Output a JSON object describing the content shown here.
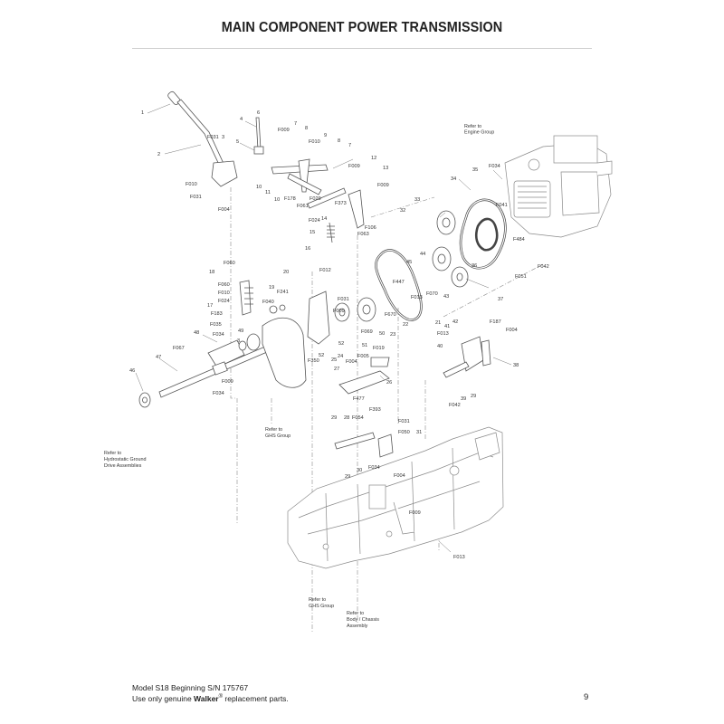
{
  "page": {
    "title": "MAIN COMPONENT POWER TRANSMISSION",
    "page_number": "9"
  },
  "footer": {
    "model_line": "Model S18 Beginning S/N 175767",
    "notice_prefix": "Use only genuine ",
    "brand": "Walker",
    "registered": "®",
    "notice_suffix": " replacement parts."
  },
  "references": {
    "engine": [
      "Refer to",
      "Engine Group"
    ],
    "hydrostatic": [
      "Refer to",
      "Hydrostatic Ground",
      "Drive Assemblies"
    ],
    "ghs_left": [
      "Refer to",
      "GHS Group"
    ],
    "ghs_bottom": [
      "Refer to",
      "GHS Group"
    ],
    "body": [
      "Refer to",
      "Body / Chassis",
      "Assembly"
    ]
  },
  "callouts": [
    {
      "label": "1"
    },
    {
      "label": "2"
    },
    {
      "label": "F031"
    },
    {
      "label": "3"
    },
    {
      "label": "F010"
    },
    {
      "label": "F031"
    },
    {
      "label": "F004"
    },
    {
      "label": "4"
    },
    {
      "label": "6"
    },
    {
      "label": "5"
    },
    {
      "label": "F009"
    },
    {
      "label": "7"
    },
    {
      "label": "8"
    },
    {
      "label": "F010"
    },
    {
      "label": "9"
    },
    {
      "label": "8"
    },
    {
      "label": "7"
    },
    {
      "label": "10"
    },
    {
      "label": "11"
    },
    {
      "label": "10"
    },
    {
      "label": "F178"
    },
    {
      "label": "F061"
    },
    {
      "label": "F029"
    },
    {
      "label": "F373"
    },
    {
      "label": "F024"
    },
    {
      "label": "14"
    },
    {
      "label": "15"
    },
    {
      "label": "16"
    },
    {
      "label": "12"
    },
    {
      "label": "F009"
    },
    {
      "label": "13"
    },
    {
      "label": "F009"
    },
    {
      "label": "F106"
    },
    {
      "label": "F063"
    },
    {
      "label": "35"
    },
    {
      "label": "F034"
    },
    {
      "label": "34"
    },
    {
      "label": "F041"
    },
    {
      "label": "33"
    },
    {
      "label": "32"
    },
    {
      "label": "F484"
    },
    {
      "label": "F042"
    },
    {
      "label": "F051"
    },
    {
      "label": "36"
    },
    {
      "label": "37"
    },
    {
      "label": "44"
    },
    {
      "label": "45"
    },
    {
      "label": "F013"
    },
    {
      "label": "F070"
    },
    {
      "label": "43"
    },
    {
      "label": "F447"
    },
    {
      "label": "F670"
    },
    {
      "label": "22"
    },
    {
      "label": "21"
    },
    {
      "label": "23"
    },
    {
      "label": "50"
    },
    {
      "label": "F069"
    },
    {
      "label": "F009"
    },
    {
      "label": "F031"
    },
    {
      "label": "F012"
    },
    {
      "label": "F060"
    },
    {
      "label": "18"
    },
    {
      "label": "F060"
    },
    {
      "label": "F010"
    },
    {
      "label": "F024"
    },
    {
      "label": "17"
    },
    {
      "label": "F183"
    },
    {
      "label": "F035"
    },
    {
      "label": "19"
    },
    {
      "label": "F040"
    },
    {
      "label": "F241"
    },
    {
      "label": "20"
    },
    {
      "label": "49"
    },
    {
      "label": "48"
    },
    {
      "label": "F034"
    },
    {
      "label": "3"
    },
    {
      "label": "F067"
    },
    {
      "label": "47"
    },
    {
      "label": "46"
    },
    {
      "label": "F009"
    },
    {
      "label": "F034"
    },
    {
      "label": "F350"
    },
    {
      "label": "52"
    },
    {
      "label": "52"
    },
    {
      "label": "24"
    },
    {
      "label": "51"
    },
    {
      "label": "F019"
    },
    {
      "label": "F005"
    },
    {
      "label": "25"
    },
    {
      "label": "F004"
    },
    {
      "label": "27"
    },
    {
      "label": "26"
    },
    {
      "label": "F477"
    },
    {
      "label": "42"
    },
    {
      "label": "41"
    },
    {
      "label": "F013"
    },
    {
      "label": "F187"
    },
    {
      "label": "F004"
    },
    {
      "label": "40"
    },
    {
      "label": "38"
    },
    {
      "label": "39"
    },
    {
      "label": "29"
    },
    {
      "label": "F042"
    },
    {
      "label": "29"
    },
    {
      "label": "28"
    },
    {
      "label": "F054"
    },
    {
      "label": "F393"
    },
    {
      "label": "F031"
    },
    {
      "label": "F050"
    },
    {
      "label": "31"
    },
    {
      "label": "29"
    },
    {
      "label": "30"
    },
    {
      "label": "F034"
    },
    {
      "label": "F004"
    },
    {
      "label": "F009"
    },
    {
      "label": "F013"
    }
  ]
}
